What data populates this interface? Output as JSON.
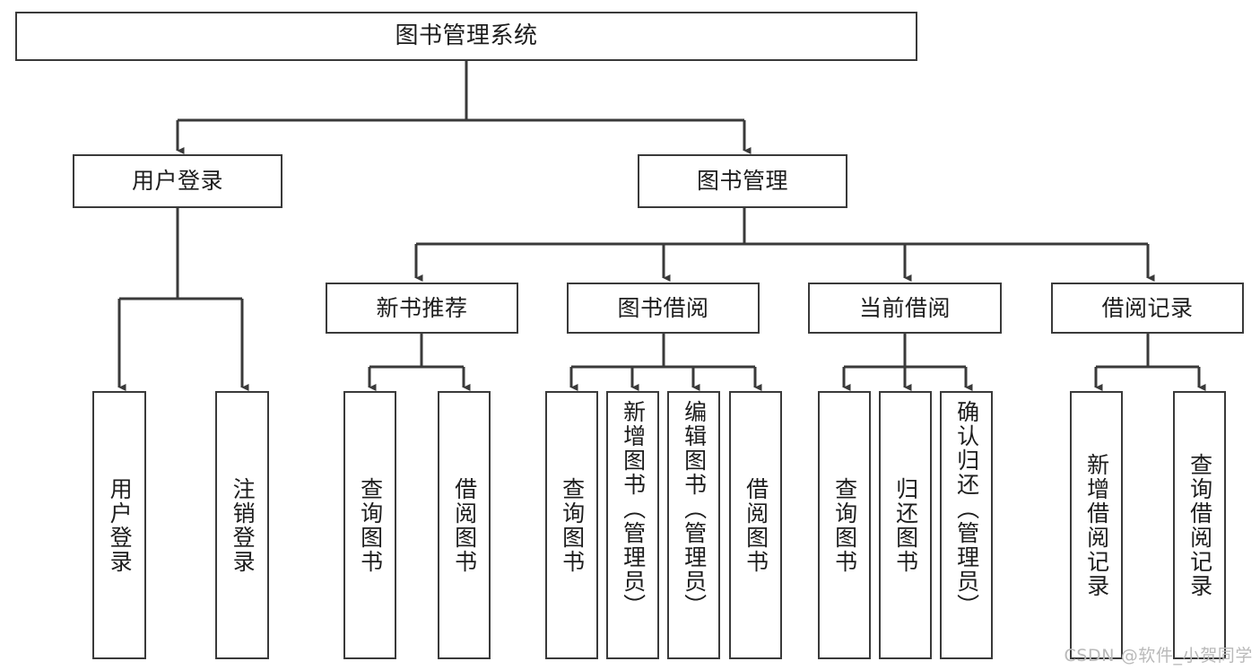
{
  "diagram": {
    "title": "图书管理系统",
    "type": "tree",
    "orientation": "top-down",
    "colors": {
      "node_border": "#3a3a3a",
      "node_fill": "#ffffff",
      "edge": "#3a3a3a",
      "text": "#1d1d1d",
      "background": "#ffffff",
      "watermark": "#b9b9b9"
    },
    "watermark": "CSDN @软件_小贺同学",
    "nodes": {
      "root": {
        "label": "图书管理系统"
      },
      "level2": [
        {
          "id": "user-login",
          "label": "用户登录"
        },
        {
          "id": "book-management",
          "label": "图书管理"
        }
      ],
      "level3": [
        {
          "id": "new-book-recommend",
          "label": "新书推荐"
        },
        {
          "id": "book-borrow",
          "label": "图书借阅"
        },
        {
          "id": "current-borrow",
          "label": "当前借阅"
        },
        {
          "id": "borrow-records",
          "label": "借阅记录"
        }
      ],
      "leaves": {
        "user_login": [
          {
            "id": "leaf-user-login",
            "label": "用户登录"
          },
          {
            "id": "leaf-logout-login",
            "label": "注销登录"
          }
        ],
        "new_book_recommend": [
          {
            "id": "leaf-query-book-1",
            "label": "查询图书"
          },
          {
            "id": "leaf-borrow-book-1",
            "label": "借阅图书"
          }
        ],
        "book_borrow": [
          {
            "id": "leaf-query-book-2",
            "label": "查询图书"
          },
          {
            "id": "leaf-add-book",
            "label": "新增图书（管理员）"
          },
          {
            "id": "leaf-edit-book",
            "label": "编辑图书（管理员）"
          },
          {
            "id": "leaf-borrow-book-2",
            "label": "借阅图书"
          }
        ],
        "current_borrow": [
          {
            "id": "leaf-query-book-3",
            "label": "查询图书"
          },
          {
            "id": "leaf-return-book",
            "label": "归还图书"
          },
          {
            "id": "leaf-confirm-return",
            "label": "确认归还（管理员）"
          }
        ],
        "borrow_records": [
          {
            "id": "leaf-add-record",
            "label": "新增借阅记录"
          },
          {
            "id": "leaf-query-record",
            "label": "查询借阅记录"
          }
        ]
      }
    },
    "edges": [
      {
        "from": "图书管理系统",
        "to": "用户登录"
      },
      {
        "from": "图书管理系统",
        "to": "图书管理"
      },
      {
        "from": "用户登录",
        "to": "用户登录"
      },
      {
        "from": "用户登录",
        "to": "注销登录"
      },
      {
        "from": "图书管理",
        "to": "新书推荐"
      },
      {
        "from": "图书管理",
        "to": "图书借阅"
      },
      {
        "from": "图书管理",
        "to": "当前借阅"
      },
      {
        "from": "图书管理",
        "to": "借阅记录"
      },
      {
        "from": "新书推荐",
        "to": "查询图书"
      },
      {
        "from": "新书推荐",
        "to": "借阅图书"
      },
      {
        "from": "图书借阅",
        "to": "查询图书"
      },
      {
        "from": "图书借阅",
        "to": "新增图书（管理员）"
      },
      {
        "from": "图书借阅",
        "to": "编辑图书（管理员）"
      },
      {
        "from": "图书借阅",
        "to": "借阅图书"
      },
      {
        "from": "当前借阅",
        "to": "查询图书"
      },
      {
        "from": "当前借阅",
        "to": "归还图书"
      },
      {
        "from": "当前借阅",
        "to": "确认归还（管理员）"
      },
      {
        "from": "借阅记录",
        "to": "新增借阅记录"
      },
      {
        "from": "借阅记录",
        "to": "查询借阅记录"
      }
    ]
  }
}
